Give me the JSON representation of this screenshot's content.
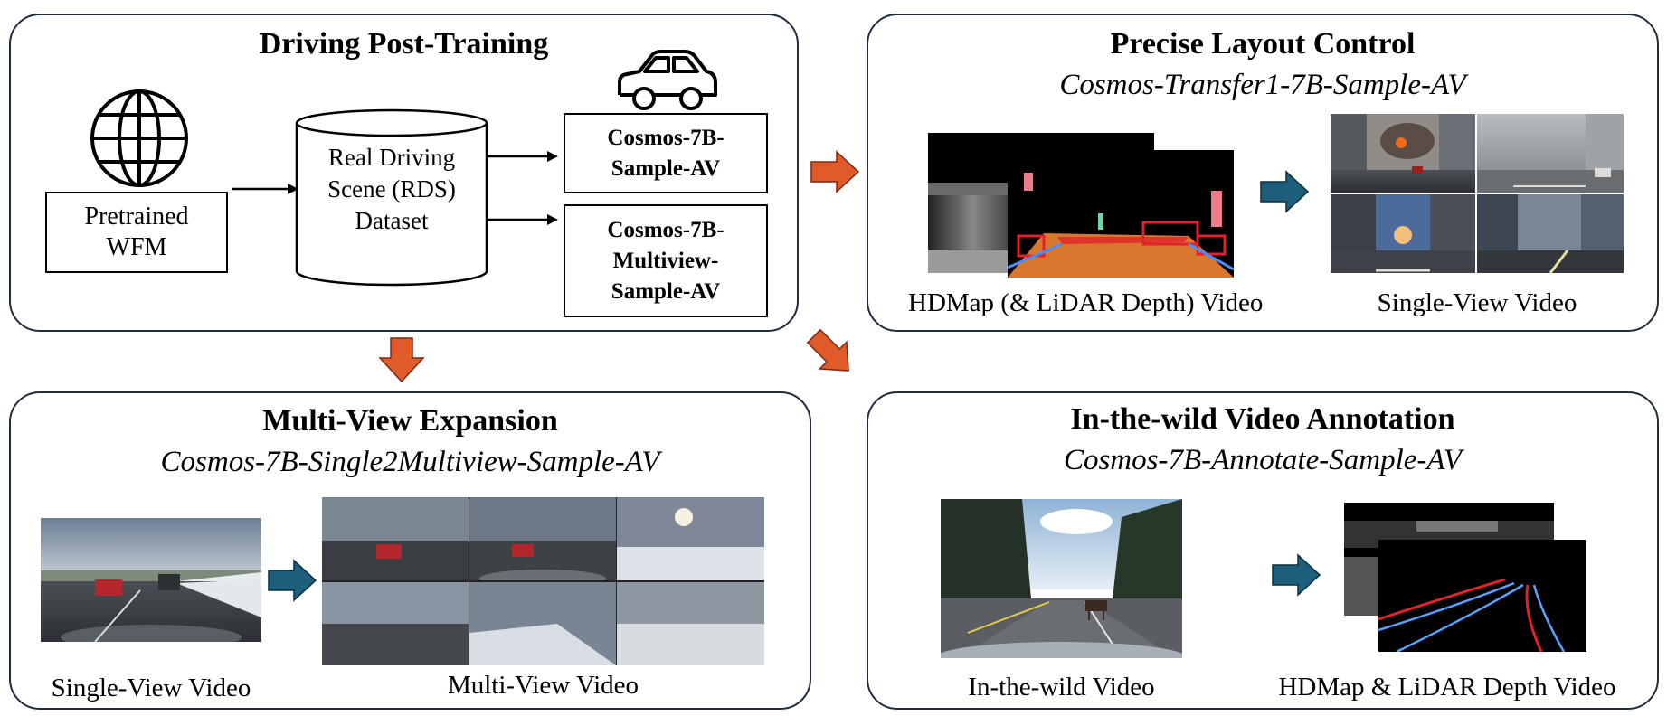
{
  "colors": {
    "panel_border": "#1d2d3e",
    "arrow_orange": "#e05a2a",
    "arrow_blue": "#1f5f7e",
    "hdmap_orange": "#d9772f",
    "hdmap_red": "#e0232a"
  },
  "top_left": {
    "title": "Driving Post-Training",
    "pretrained": "Pretrained\nWFM",
    "dataset": "Real Driving\nScene (RDS)\nDataset",
    "model_a": "Cosmos-7B-\nSample-AV",
    "model_b": "Cosmos-7B-\nMultiview-\nSample-AV",
    "icons": [
      "globe-icon",
      "car-icon"
    ]
  },
  "top_right": {
    "title": "Precise Layout Control",
    "subtitle": "Cosmos-Transfer1-7B-Sample-AV",
    "caption_left": "HDMap (& LiDAR Depth) Video",
    "caption_right": "Single-View Video"
  },
  "bottom_left": {
    "title": "Multi-View Expansion",
    "subtitle": "Cosmos-7B-Single2Multiview-Sample-AV",
    "caption_left": "Single-View Video",
    "caption_right": "Multi-View Video"
  },
  "bottom_right": {
    "title": "In-the-wild Video Annotation",
    "subtitle": "Cosmos-7B-Annotate-Sample-AV",
    "caption_left": "In-the-wild Video",
    "caption_right": "HDMap & LiDAR Depth Video"
  }
}
